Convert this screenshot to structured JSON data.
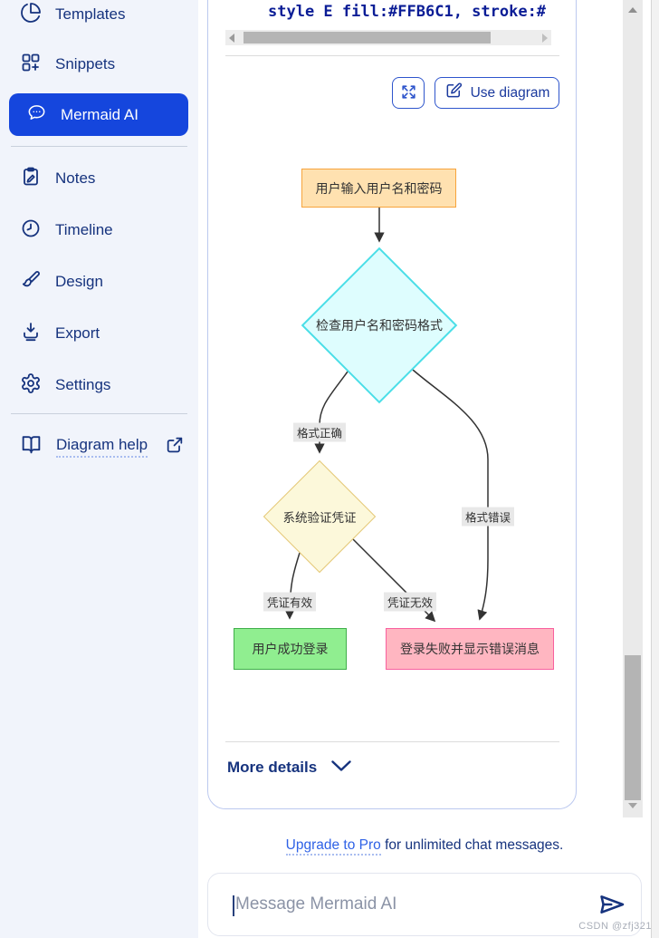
{
  "sidebar": {
    "items": [
      {
        "label": "Templates",
        "icon": "pie-chart-icon"
      },
      {
        "label": "Snippets",
        "icon": "grid-plus-icon"
      },
      {
        "label": "Mermaid AI",
        "icon": "chat-bubble-icon",
        "active": true
      },
      {
        "label": "Notes",
        "icon": "clipboard-pen-icon"
      },
      {
        "label": "Timeline",
        "icon": "clock-icon"
      },
      {
        "label": "Design",
        "icon": "paintbrush-icon"
      },
      {
        "label": "Export",
        "icon": "download-icon"
      },
      {
        "label": "Settings",
        "icon": "gear-icon"
      }
    ],
    "help_label": "Diagram help"
  },
  "chat": {
    "code_line": "style E fill:#FFB6C1, stroke:#",
    "use_diagram_label": "Use diagram",
    "more_details_label": "More details",
    "upgrade_link_label": "Upgrade to Pro",
    "upgrade_suffix": " for unlimited chat messages.",
    "input_placeholder": "Message Mermaid AI",
    "watermark": "CSDN @zfj321"
  },
  "chart_data": {
    "type": "flowchart",
    "direction": "top-down",
    "nodes": [
      {
        "id": "A",
        "shape": "rectangle",
        "label": "用户输入用户名和密码",
        "fill": "#FFE1B0",
        "stroke": "#F7A43C"
      },
      {
        "id": "B",
        "shape": "diamond",
        "label": "检查用户名和密码格式",
        "fill": "#DEFDFE",
        "stroke": "#4ADEE7"
      },
      {
        "id": "C",
        "shape": "diamond",
        "label": "系统验证凭证",
        "fill": "#FCF8DA",
        "stroke": "#E4C878"
      },
      {
        "id": "D",
        "shape": "rectangle",
        "label": "用户成功登录",
        "fill": "#90EE90",
        "stroke": "#3FAE4A"
      },
      {
        "id": "E",
        "shape": "rectangle",
        "label": "登录失败并显示错误消息",
        "fill": "#FFB6C1",
        "stroke": "#F8609F"
      }
    ],
    "edges": [
      {
        "from": "A",
        "to": "B",
        "label": ""
      },
      {
        "from": "B",
        "to": "C",
        "label": "格式正确"
      },
      {
        "from": "B",
        "to": "E",
        "label": "格式错误"
      },
      {
        "from": "C",
        "to": "D",
        "label": "凭证有效"
      },
      {
        "from": "C",
        "to": "E",
        "label": "凭证无效"
      }
    ]
  },
  "colors": {
    "accent_blue": "#1546DD",
    "sidebar_text": "#16337E",
    "button_border": "#2E55CC",
    "link_blue": "#2F62E6",
    "edge_stroke": "#333333"
  }
}
